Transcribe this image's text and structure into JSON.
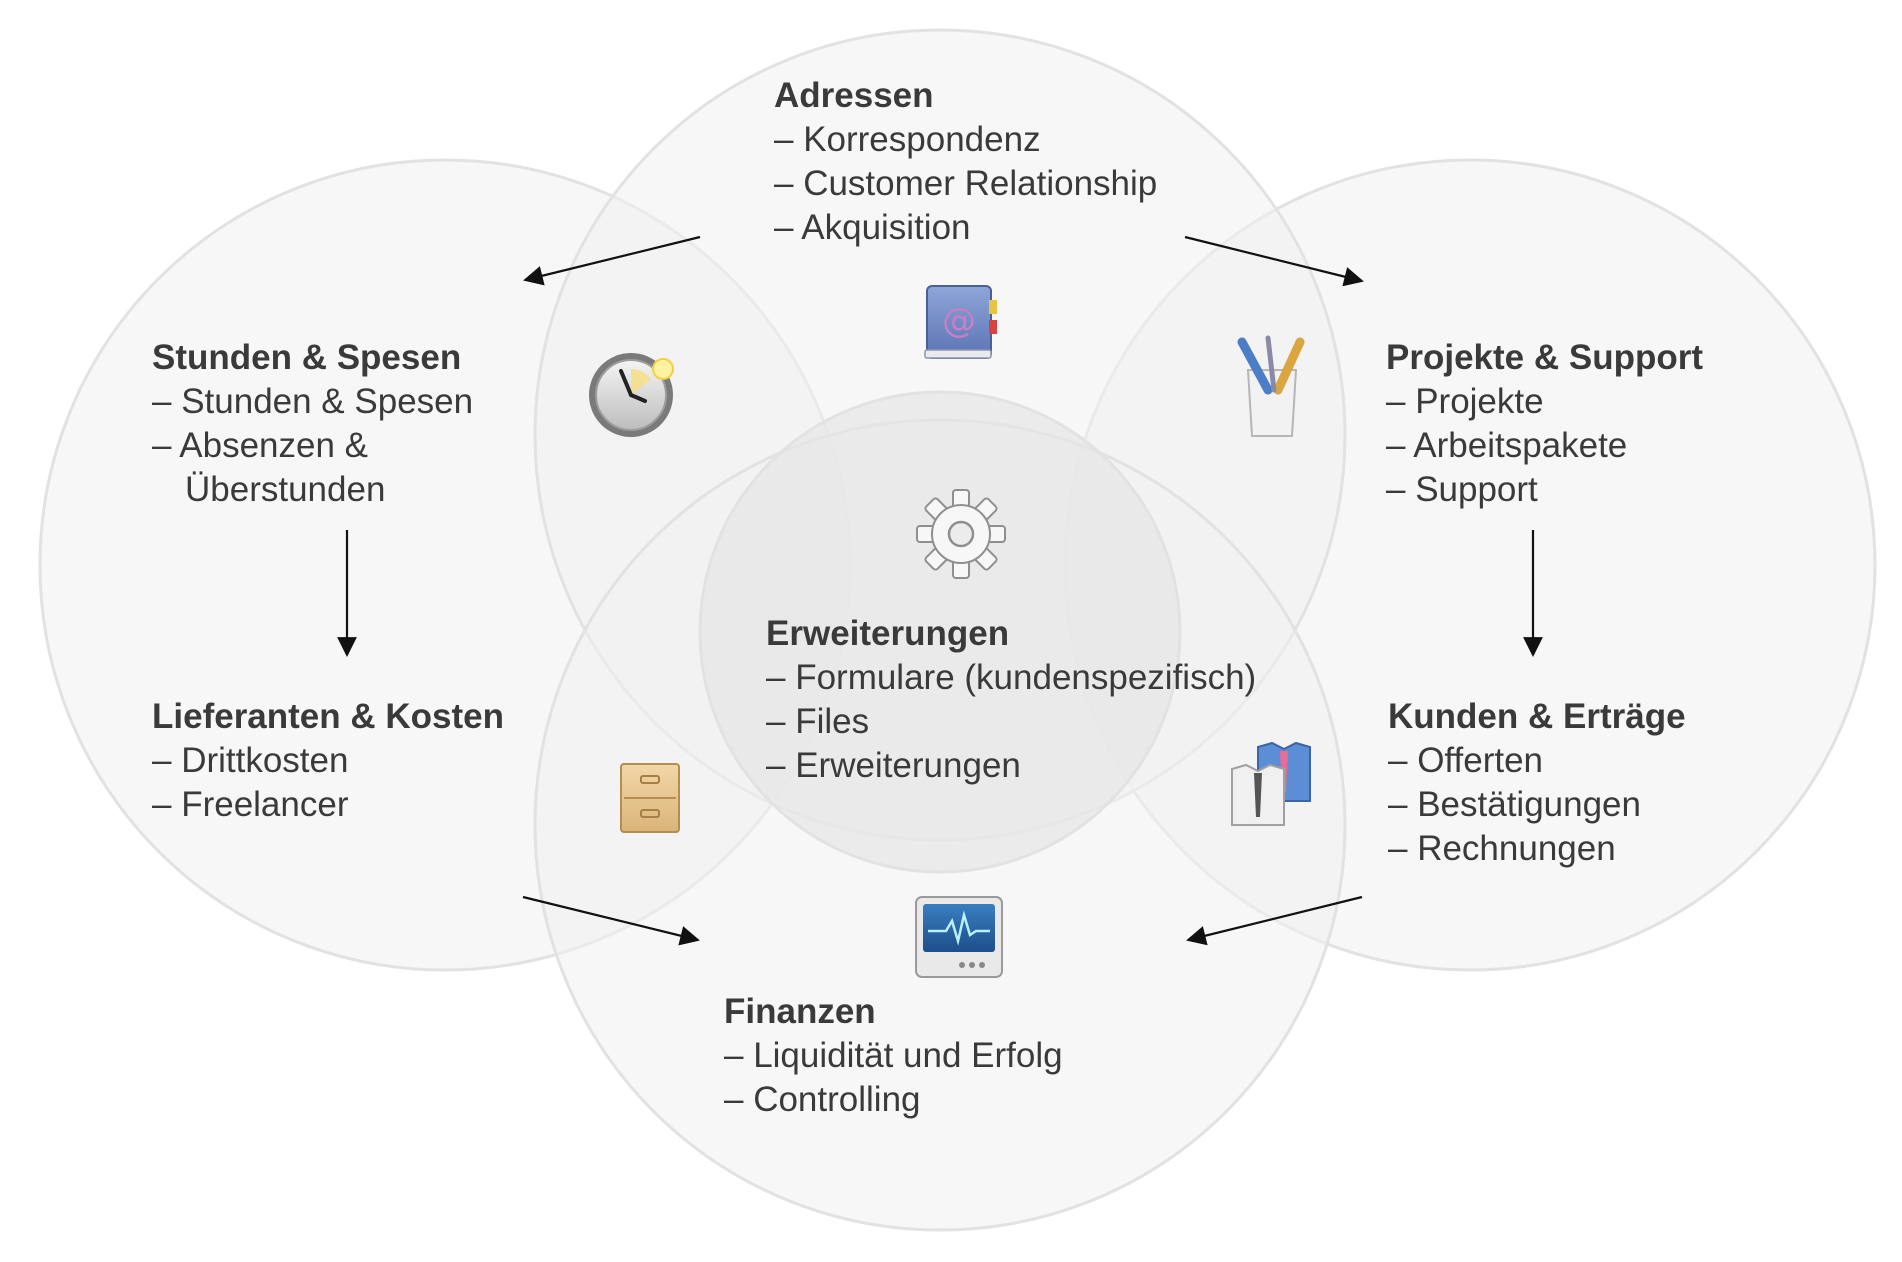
{
  "modules": {
    "adressen": {
      "title": "Adressen",
      "items": [
        "– Korrespondenz",
        "– Customer Relationship",
        "– Akquisition"
      ],
      "icon": "address-book-icon"
    },
    "stunden": {
      "title": "Stunden & Spesen",
      "items": [
        "– Stunden & Spesen",
        "– Absenzen &",
        "Überstunden"
      ],
      "icon": "clock-icon"
    },
    "projekte": {
      "title": "Projekte & Support",
      "items": [
        "– Projekte",
        "– Arbeitspakete",
        "– Support"
      ],
      "icon": "pencil-cup-icon"
    },
    "erweiterungen": {
      "title": "Erweiterungen",
      "items": [
        "– Formulare (kundenspezifisch)",
        "– Files",
        "– Erweiterungen"
      ],
      "icon": "gear-icon"
    },
    "lieferanten": {
      "title": "Lieferanten & Kosten",
      "items": [
        "– Drittkosten",
        "– Freelancer"
      ],
      "icon": "filing-cabinet-icon"
    },
    "kunden": {
      "title": "Kunden & Erträge",
      "items": [
        "– Offerten",
        "– Bestätigungen",
        "– Rechnungen"
      ],
      "icon": "shirts-icon"
    },
    "finanzen": {
      "title": "Finanzen",
      "items": [
        "– Liquidität und Erfolg",
        "– Controlling"
      ],
      "icon": "monitor-icon"
    }
  },
  "colors": {
    "circle_fill": "#f0f0f0",
    "circle_stroke": "#e2e2e2",
    "center_fill": "#e6e6e6",
    "arrow": "#111111",
    "text": "#3a3a3a"
  }
}
